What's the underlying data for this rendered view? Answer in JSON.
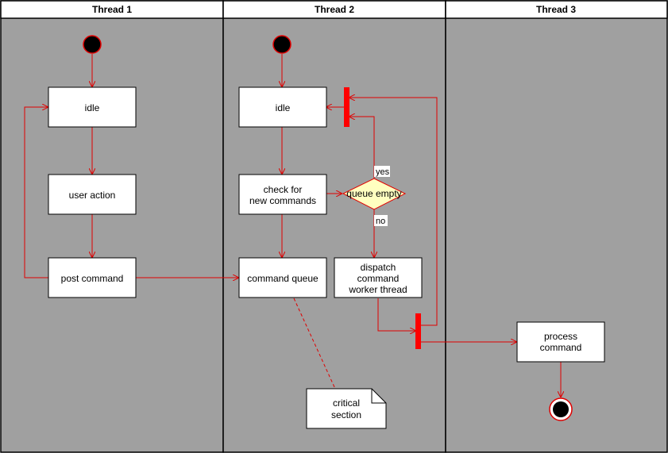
{
  "colors": {
    "lane_fill": "#a0a0a0",
    "edge": "#e00000",
    "node_fill": "#ffffff",
    "decision_fill": "#ffffc0",
    "note_fill": "#ffffff"
  },
  "lanes": [
    {
      "title": "Thread 1"
    },
    {
      "title": "Thread 2"
    },
    {
      "title": "Thread 3"
    }
  ],
  "nodes": {
    "idle_1": "idle",
    "user_action": "user action",
    "post_command": "post command",
    "idle_2": "idle",
    "check_commands": [
      "check for",
      "new commands"
    ],
    "queue_empty": "queue empty",
    "command_queue": "command queue",
    "dispatch": [
      "dispatch",
      "command",
      "worker thread"
    ],
    "process_command": [
      "process",
      "command"
    ],
    "note_critical": [
      "critical",
      "section"
    ]
  },
  "guards": {
    "yes": "yes",
    "no": "no"
  }
}
